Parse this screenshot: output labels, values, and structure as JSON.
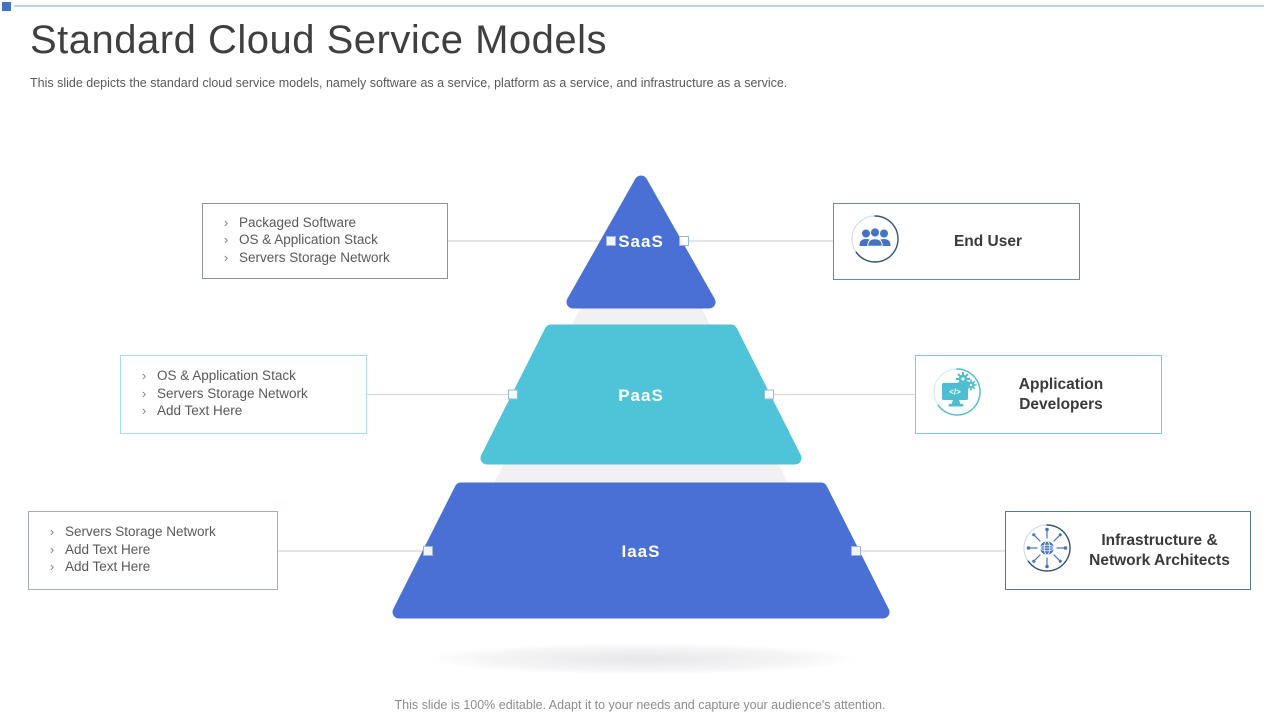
{
  "slide": {
    "title": "Standard Cloud Service Models",
    "subtitle": "This slide depicts the standard cloud service models, namely software as a service, platform as a service, and infrastructure as a service.",
    "footer": "This slide is 100% editable. Adapt it to your needs and capture your audience's attention."
  },
  "ui": {
    "bullet": "›"
  },
  "pyramid": {
    "layers": [
      {
        "label": "SaaS",
        "color": "#4a70d6"
      },
      {
        "label": "PaaS",
        "color": "#4fc4d9"
      },
      {
        "label": "IaaS",
        "color": "#4a70d6"
      }
    ]
  },
  "left_boxes": [
    {
      "items": [
        "Packaged Software",
        "OS & Application Stack",
        "Servers Storage Network"
      ]
    },
    {
      "items": [
        "OS & Application Stack",
        "Servers Storage Network",
        "Add Text Here"
      ]
    },
    {
      "items": [
        "Servers Storage Network",
        "Add Text Here",
        "Add Text Here"
      ]
    }
  ],
  "right_boxes": [
    {
      "label": "End User",
      "icon": "users-icon"
    },
    {
      "label": "Application Developers",
      "icon": "developer-monitor-icon"
    },
    {
      "label": "Infrastructure & Network Architects",
      "icon": "network-globe-icon"
    }
  ],
  "icons": {
    "dev_code_glyph": "</>"
  },
  "colors": {
    "accent_blue": "#4472c4",
    "layer_blue": "#4a70d6",
    "layer_teal": "#4fc4d9",
    "top_line": "#b8d4e8",
    "connector_gray": "#d8d8d8",
    "shadow_gray": "#f1f1f3"
  }
}
